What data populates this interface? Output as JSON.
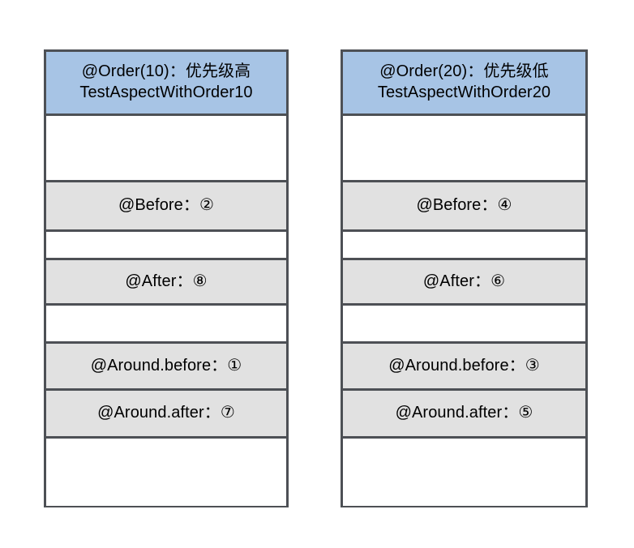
{
  "diagram": {
    "title_hidden": "",
    "colors": {
      "header_fill": "#a7c4e5",
      "row_fill": "#e1e1e1",
      "empty_fill": "#ffffff",
      "border": "#4d5055",
      "text": "#000000"
    },
    "columns": [
      {
        "id": "order10",
        "header": {
          "line1": "@Order(10)：优先级高",
          "line2": "TestAspectWithOrder10"
        },
        "rows": [
          {
            "type": "empty",
            "label": ""
          },
          {
            "type": "shaded",
            "label": "@Before：②"
          },
          {
            "type": "empty",
            "label": ""
          },
          {
            "type": "shaded",
            "label": "@After：⑧"
          },
          {
            "type": "empty",
            "label": ""
          },
          {
            "type": "shaded",
            "label": "@Around.before：①"
          },
          {
            "type": "shaded",
            "label": "@Around.after：⑦"
          },
          {
            "type": "empty",
            "label": ""
          }
        ]
      },
      {
        "id": "order20",
        "header": {
          "line1": "@Order(20)：优先级低",
          "line2": "TestAspectWithOrder20"
        },
        "rows": [
          {
            "type": "empty",
            "label": ""
          },
          {
            "type": "shaded",
            "label": "@Before：④"
          },
          {
            "type": "empty",
            "label": ""
          },
          {
            "type": "shaded",
            "label": "@After：⑥"
          },
          {
            "type": "empty",
            "label": ""
          },
          {
            "type": "shaded",
            "label": "@Around.before：③"
          },
          {
            "type": "shaded",
            "label": "@Around.after：⑤"
          },
          {
            "type": "empty",
            "label": ""
          }
        ]
      }
    ]
  }
}
